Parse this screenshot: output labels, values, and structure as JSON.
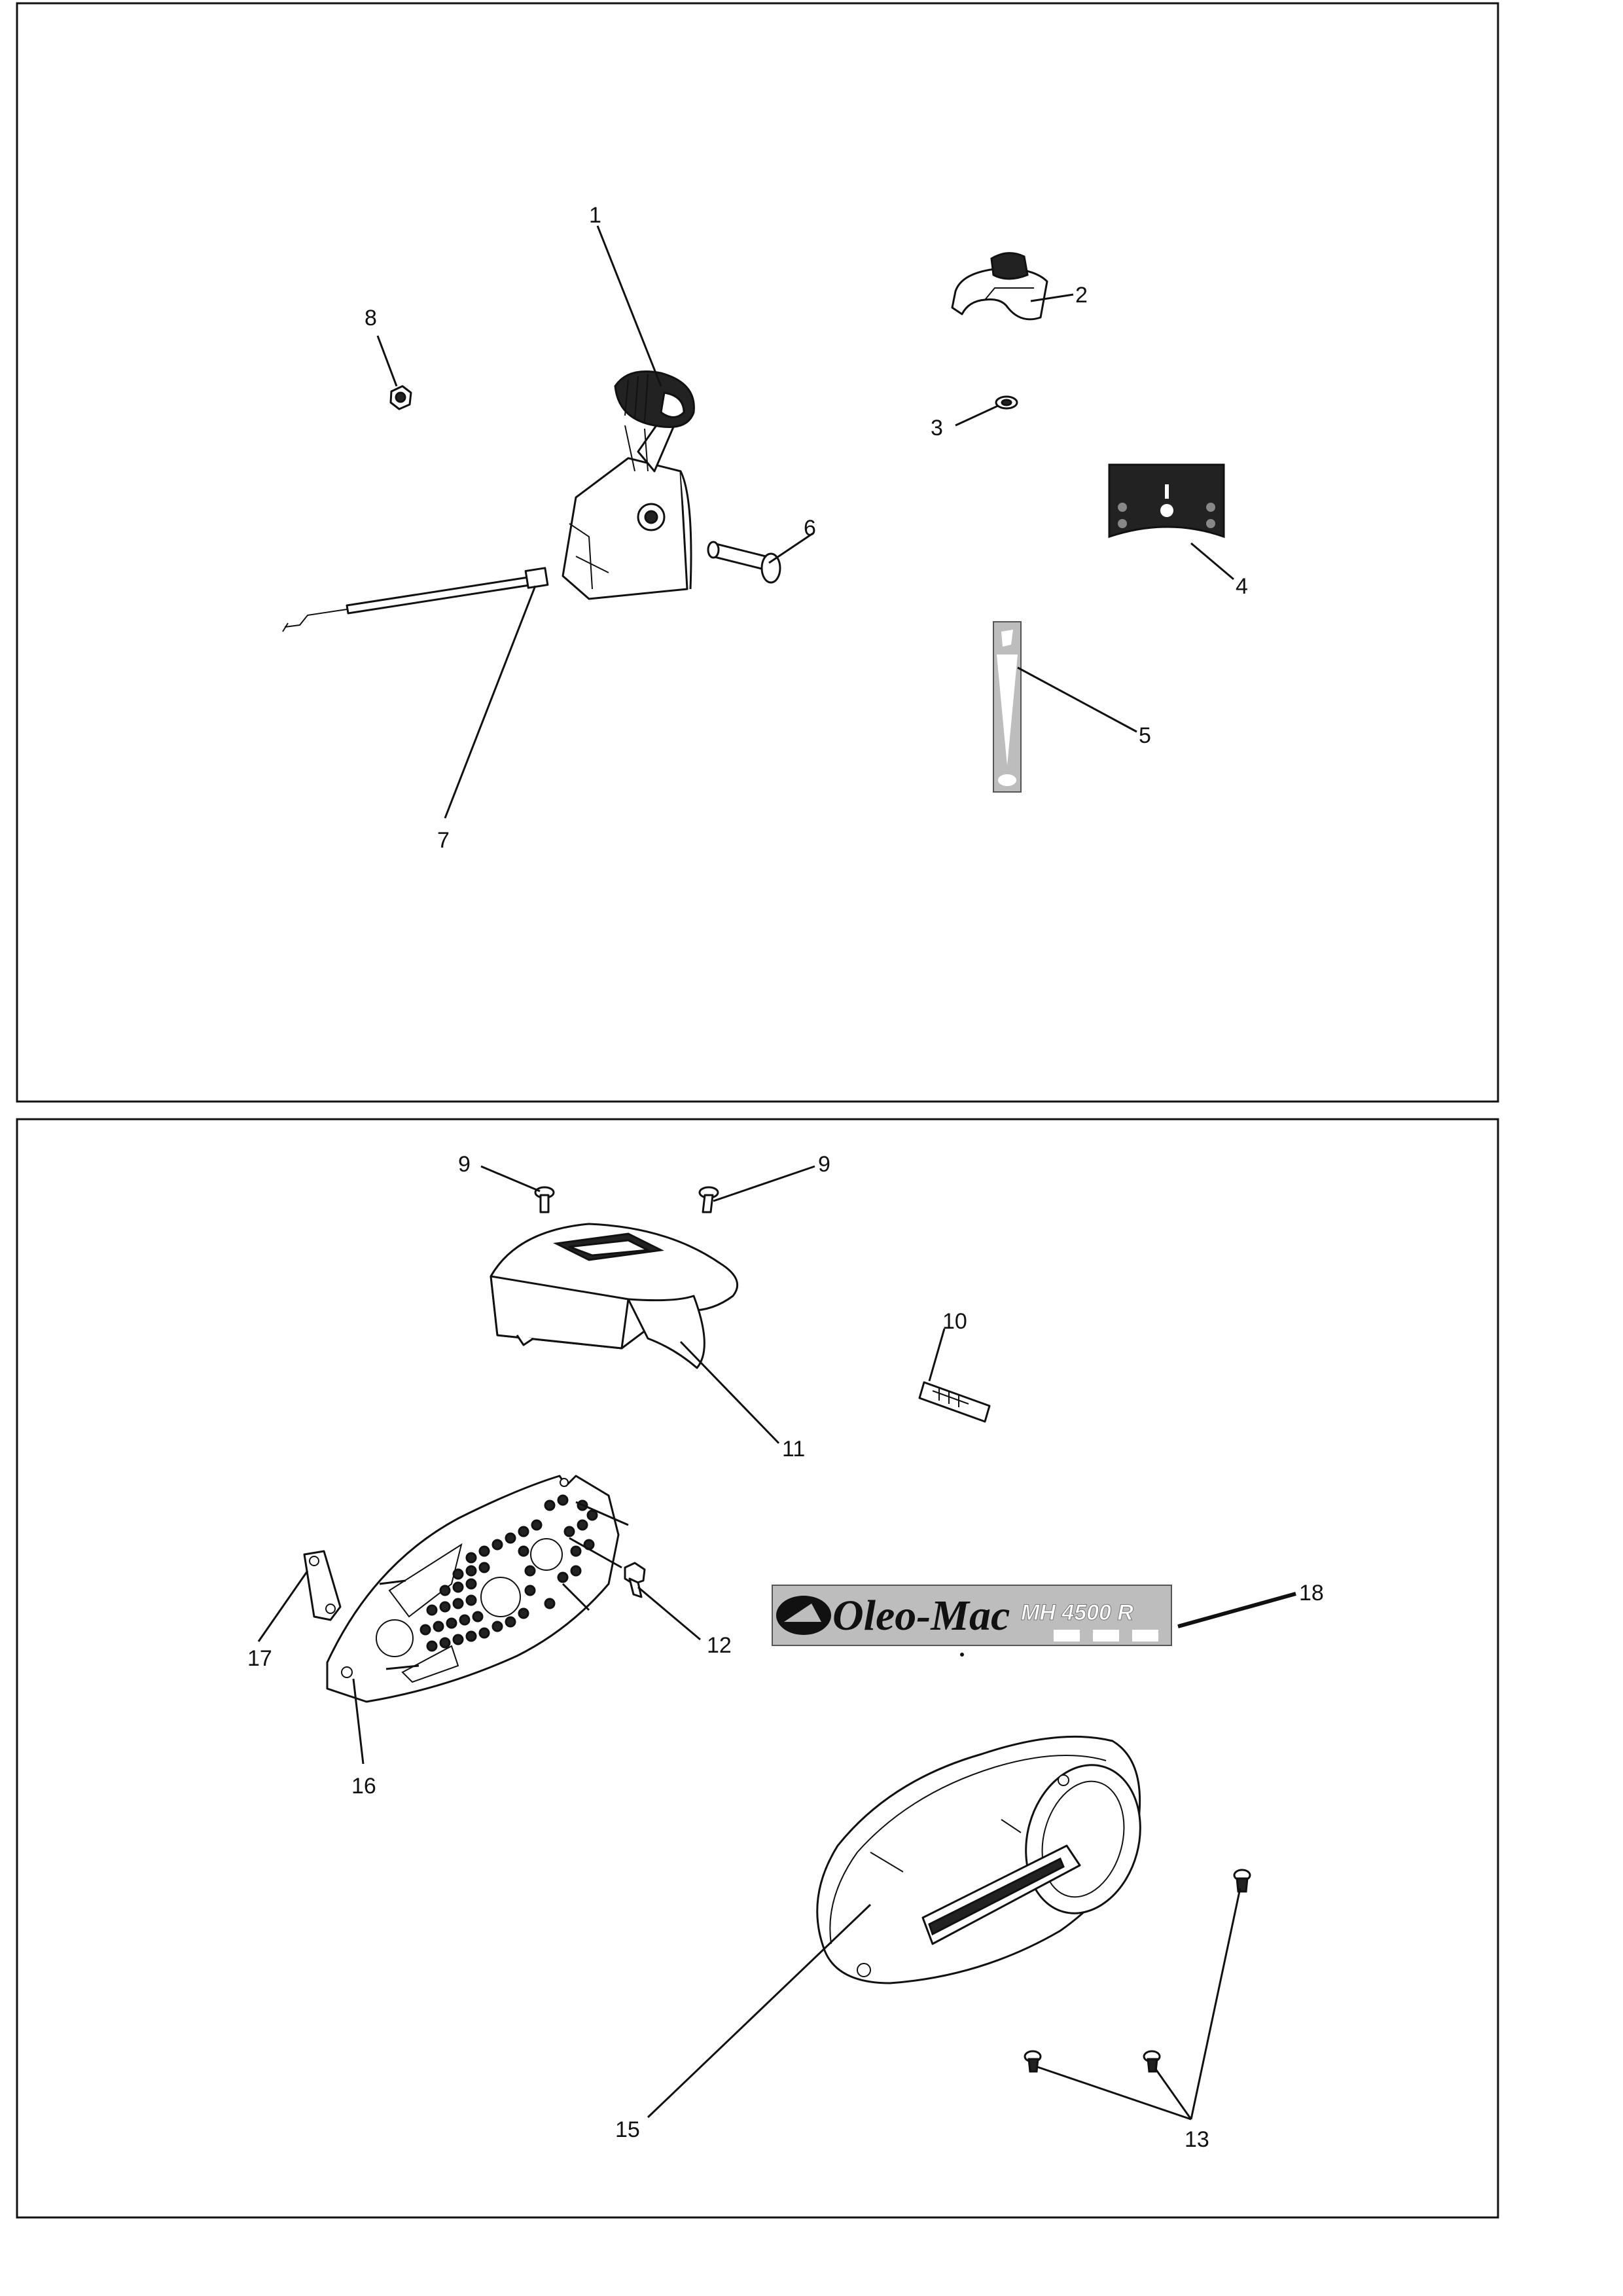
{
  "callouts": {
    "p1": "1",
    "p2": "2",
    "p3": "3",
    "p4": "4",
    "p5": "5",
    "p6": "6",
    "p7": "7",
    "p8": "8",
    "p9a": "9",
    "p9b": "9",
    "p10": "10",
    "p11": "11",
    "p12": "12",
    "p13": "13",
    "p15": "15",
    "p16": "16",
    "p17": "17",
    "p18": "18"
  },
  "decal": {
    "brand": "Oleo-Mac",
    "model": "MH 4500 R"
  },
  "colors": {
    "line": "#111111",
    "decal_background": "#bdbdbd",
    "dark_fill": "#222222"
  }
}
